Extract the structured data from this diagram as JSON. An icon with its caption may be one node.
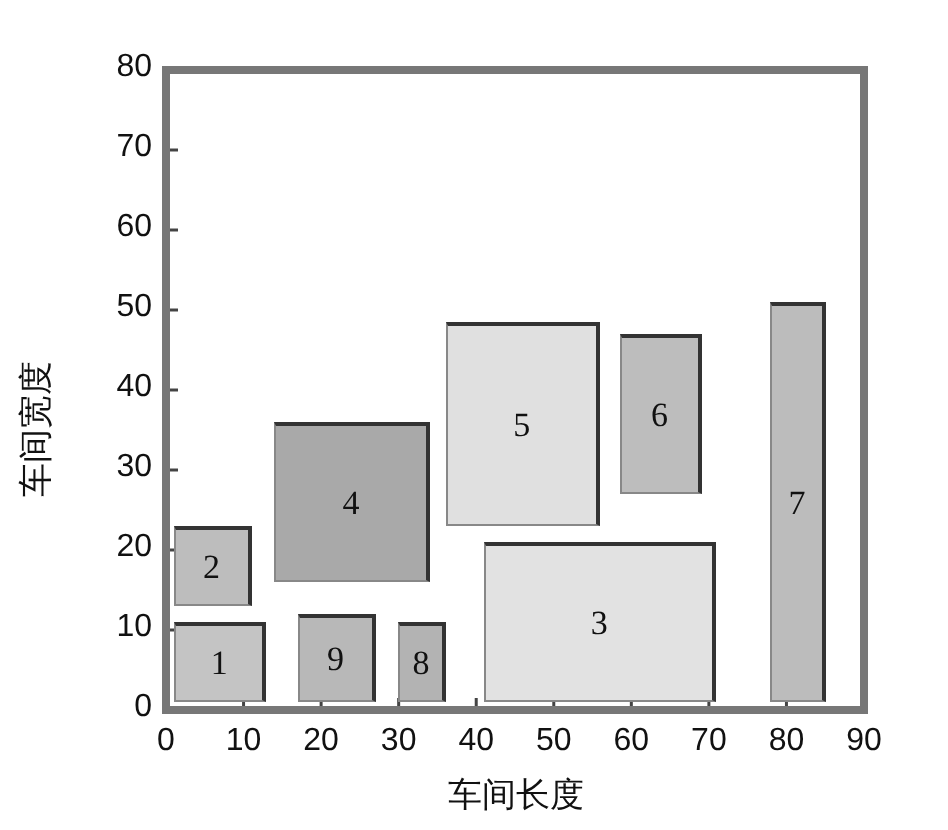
{
  "diagram": {
    "nodes": [
      {
        "text": [
          "1"
        ]
      },
      {
        "text": [
          "2"
        ]
      },
      {
        "text": [
          "3"
        ]
      },
      {
        "text": [
          "4"
        ]
      },
      {
        "text": [
          "5"
        ]
      },
      {
        "text": [
          "6"
        ]
      },
      {
        "text": [
          "7"
        ]
      },
      {
        "text": [
          "8"
        ]
      },
      {
        "text": [
          "9"
        ]
      }
    ],
    "labels": [
      "80",
      "70",
      "60",
      "50",
      "40",
      "30",
      "20",
      "10",
      "0",
      "车间宽度",
      "0",
      "10",
      "20",
      "30",
      "40",
      "50",
      "60",
      "70",
      "80",
      "90",
      "车间长度"
    ]
  }
}
